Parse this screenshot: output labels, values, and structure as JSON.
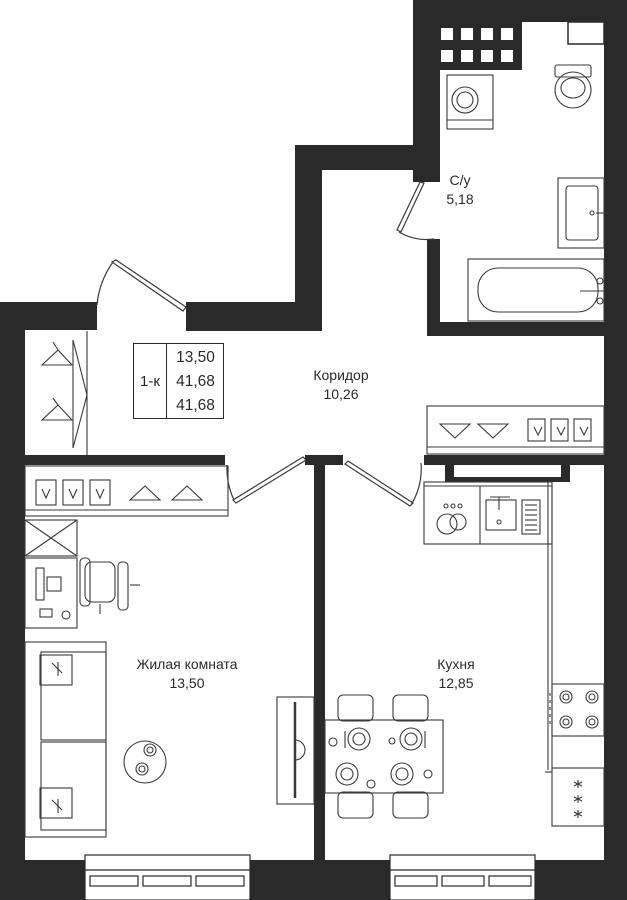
{
  "flat": {
    "type_label": "1-к",
    "living_area": "13,50",
    "total_area": "41,68",
    "total_area_2": "41,68"
  },
  "rooms": {
    "bathroom": {
      "name": "С/у",
      "area": "5,18"
    },
    "corridor": {
      "name": "Коридор",
      "area": "10,26"
    },
    "living": {
      "name": "Жилая комната",
      "area": "13,50"
    },
    "kitchen": {
      "name": "Кухня",
      "area": "12,85"
    }
  },
  "colors": {
    "wall": "#2a2a2a",
    "line": "#3a3a3a",
    "background": "#ffffff"
  }
}
